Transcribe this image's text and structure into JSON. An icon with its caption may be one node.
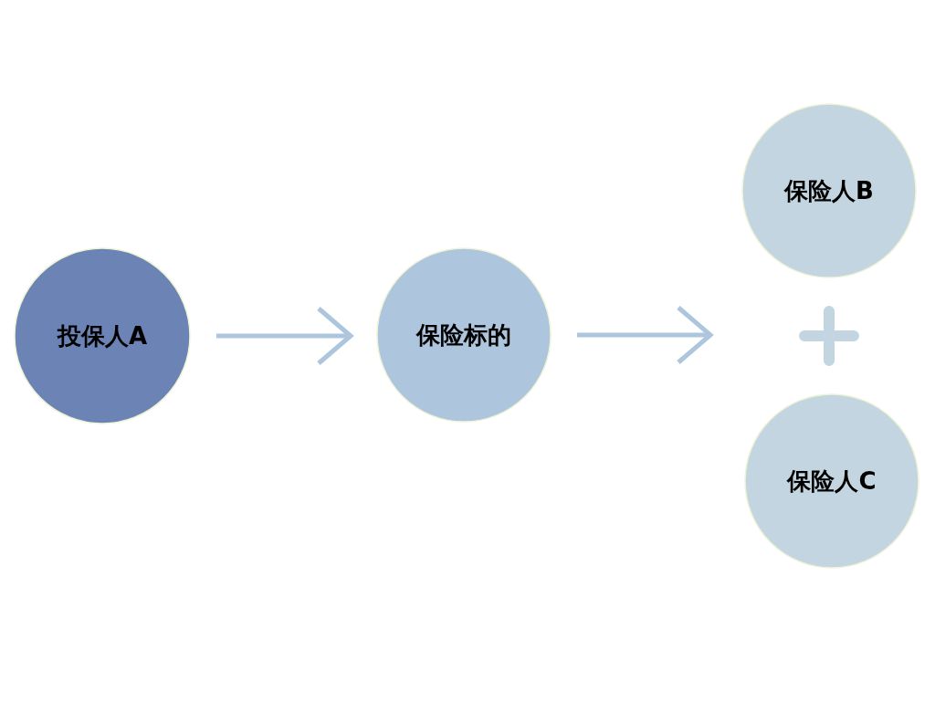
{
  "diagram": {
    "nodes": [
      {
        "text": [
          "投保人A"
        ]
      },
      {
        "text": [
          "保险标的"
        ]
      },
      {
        "text": [
          "保险人B"
        ]
      },
      {
        "text": [
          "保险人C"
        ]
      }
    ],
    "edges": [
      {
        "from": 0,
        "to": 1,
        "arrow": "to"
      },
      {
        "from": 1,
        "to": null,
        "arrow": "to"
      }
    ]
  }
}
